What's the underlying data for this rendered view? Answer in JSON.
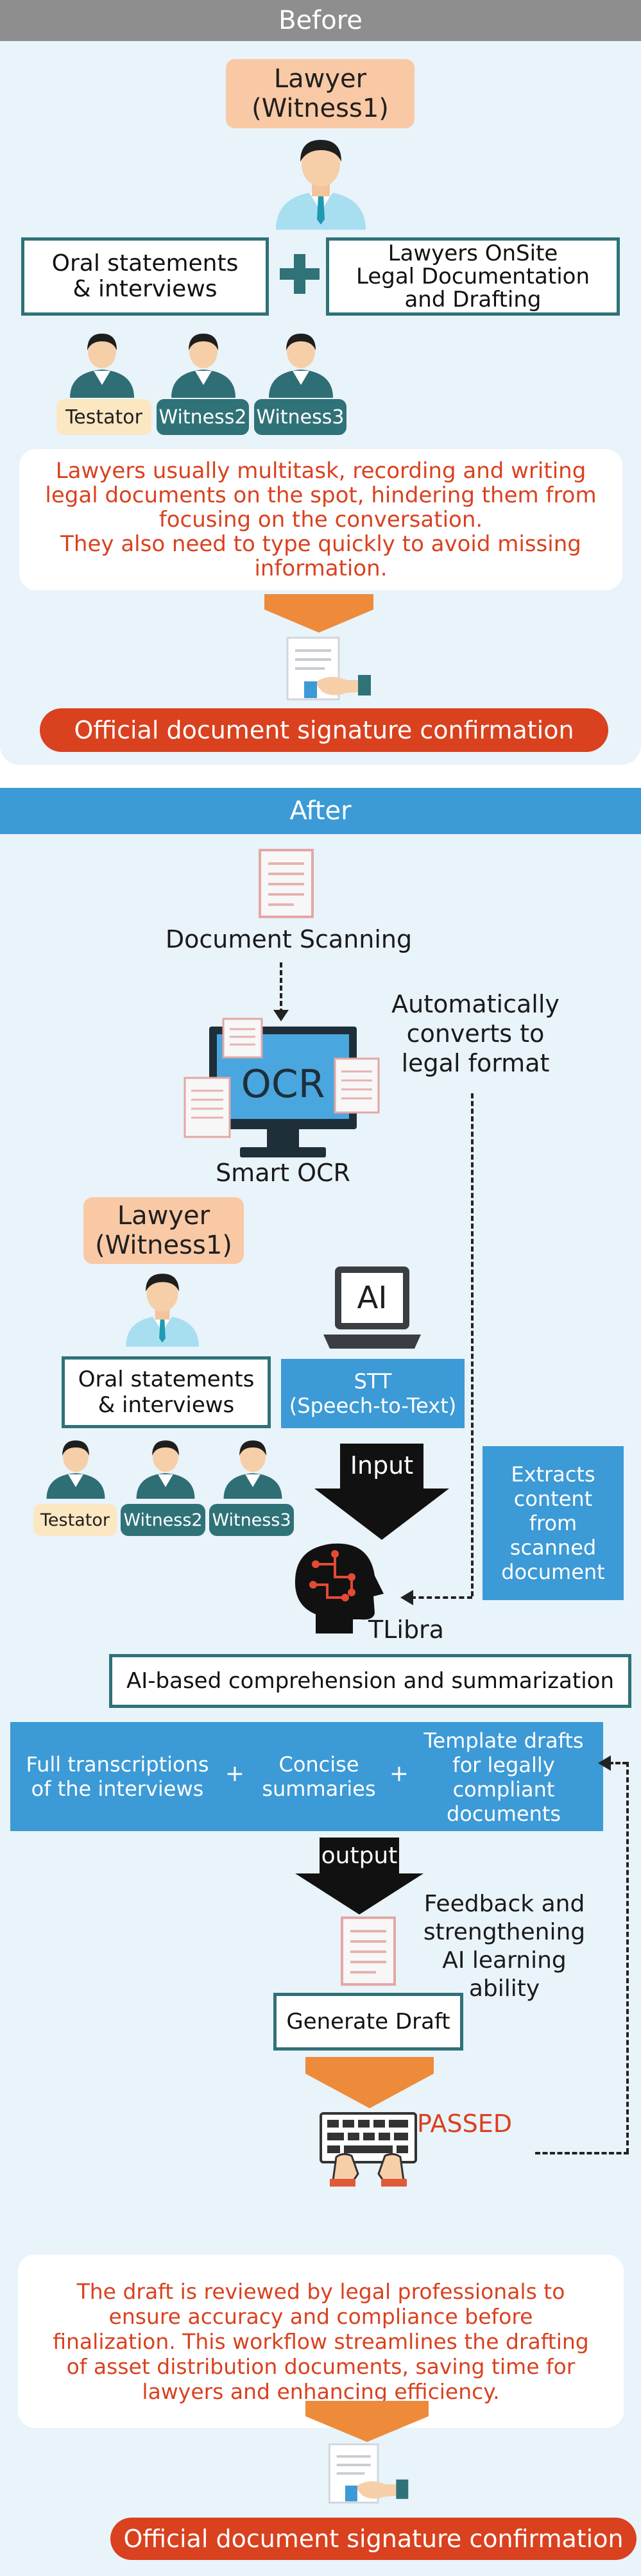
{
  "before": {
    "header": "Before",
    "lawyer": "Lawyer\n(Witness1)",
    "oral": "Oral statements\n& interviews",
    "plus": "+",
    "onsite": "Lawyers OnSite\nLegal Documentation\nand Drafting",
    "people": [
      "Testator",
      "Witness2",
      "Witness3"
    ],
    "note": "Lawyers usually multitask, recording and writing legal documents on the spot, hindering them from focusing on the conversation.\nThey also need to type quickly to avoid missing information.",
    "signature": "Official document signature confirmation"
  },
  "after": {
    "header": "After",
    "scanning": "Document Scanning",
    "ocr_text": "OCR",
    "auto_convert": "Automatically\nconverts to\nlegal format",
    "smart_ocr": "Smart OCR",
    "lawyer": "Lawyer\n(Witness1)",
    "ai_text": "AI",
    "stt": "STT\n(Speech-to-Text)",
    "oral": "Oral statements\n& interviews",
    "people": [
      "Testator",
      "Witness2",
      "Witness3"
    ],
    "input": "Input",
    "extracts": "Extracts\ncontent\nfrom\nscanned\ndocument",
    "tlibra": "TLibra",
    "ai_summary": "AI-based comprehension and summarization",
    "outputs": [
      "Full transcriptions\nof the interviews",
      "Concise\nsummaries",
      "Template drafts\nfor legally\ncompliant\ndocuments"
    ],
    "plus": "+",
    "output": "output",
    "feedback": "Feedback and\nstrengthening\nAI learning\nability",
    "generate": "Generate Draft",
    "passed": "PASSED",
    "note": "The draft is reviewed by legal professionals to ensure accuracy and compliance before finalization. This workflow streamlines the drafting of asset distribution documents, saving time for lawyers and enhancing efficiency.",
    "signature": "Official document signature confirmation"
  },
  "colors": {
    "before_header": "#8e8e8e",
    "after_header": "#3c9ad6",
    "panel_bg": "#e9f3fa",
    "teal": "#2f7278",
    "peach": "#f9c9a5",
    "red": "#d9411f",
    "blue": "#3c9ad6",
    "orange": "#ed8b3a"
  }
}
